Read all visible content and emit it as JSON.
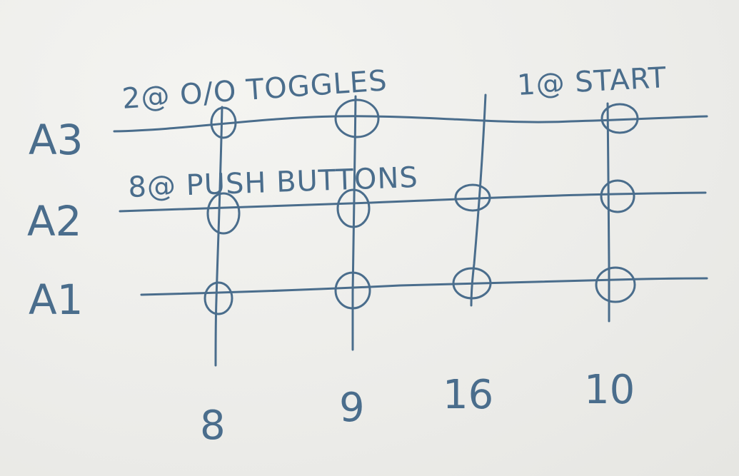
{
  "rows": [
    {
      "label": "A3"
    },
    {
      "label": "A2"
    },
    {
      "label": "A1"
    }
  ],
  "columns": [
    {
      "label": "8"
    },
    {
      "label": "9"
    },
    {
      "label": "16"
    },
    {
      "label": "10"
    }
  ],
  "annotations": {
    "toggles": "2@ O/O TOGGLES",
    "start": "1@ START",
    "push_buttons": "8@ PUSH BUTTONS"
  },
  "nodes": [
    {
      "row": "A3",
      "column": "8"
    },
    {
      "row": "A3",
      "column": "9"
    },
    {
      "row": "A3",
      "column": "10"
    },
    {
      "row": "A2",
      "column": "8"
    },
    {
      "row": "A2",
      "column": "9"
    },
    {
      "row": "A2",
      "column": "16"
    },
    {
      "row": "A2",
      "column": "10"
    },
    {
      "row": "A1",
      "column": "8"
    },
    {
      "row": "A1",
      "column": "9"
    },
    {
      "row": "A1",
      "column": "16"
    },
    {
      "row": "A1",
      "column": "10"
    }
  ],
  "colors": {
    "ink": "#4a6d8c",
    "paper": "#efefec"
  }
}
